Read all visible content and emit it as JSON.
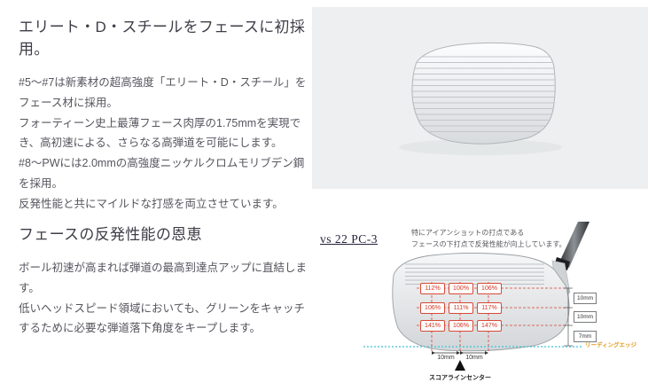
{
  "section1": {
    "heading": "エリート・D・スチールをフェースに初採用。",
    "paragraphs": [
      "#5〜#7は新素材の超高強度「エリート・D・スチール」をフェース材に採用。",
      "フォーティーン史上最薄フェース肉厚の1.75mmを実現でき、高初速による、さらなる高弾道を可能にします。",
      "#8〜PWには2.0mmの高強度ニッケルクロムモリブデン鋼を採用。",
      "反発性能と共にマイルドな打感を両立させています。"
    ]
  },
  "section2": {
    "heading": "フェースの反発性能の恩恵",
    "paragraphs": [
      "ボール初速が高まれば弾道の最高到達点アップに直結します。",
      "低いヘッドスピード領域においても、グリーンをキャッチするために必要な弾道落下角度をキープします。"
    ]
  },
  "diagram": {
    "vs_label": "vs 22 PC-3",
    "caption_line1": "特にアイアンショットの打点である",
    "caption_line2": "フェースの下打点で反発性能が向上しています。",
    "grid": {
      "rows": [
        [
          "112%",
          "100%",
          "106%"
        ],
        [
          "106%",
          "111%",
          "117%"
        ],
        [
          "141%",
          "106%",
          "147%"
        ]
      ]
    },
    "dims_right": [
      "10mm",
      "10mm",
      "7mm"
    ],
    "dims_bottom": [
      "10mm",
      "10mm"
    ],
    "score_line_label": "スコアラインセンター",
    "leading_edge_label": "リーディングエッジ",
    "colors": {
      "grid_red": "#d8402c",
      "leading_edge_cyan": "#3fc1d6",
      "leading_edge_label_orange": "#e0991c"
    }
  }
}
